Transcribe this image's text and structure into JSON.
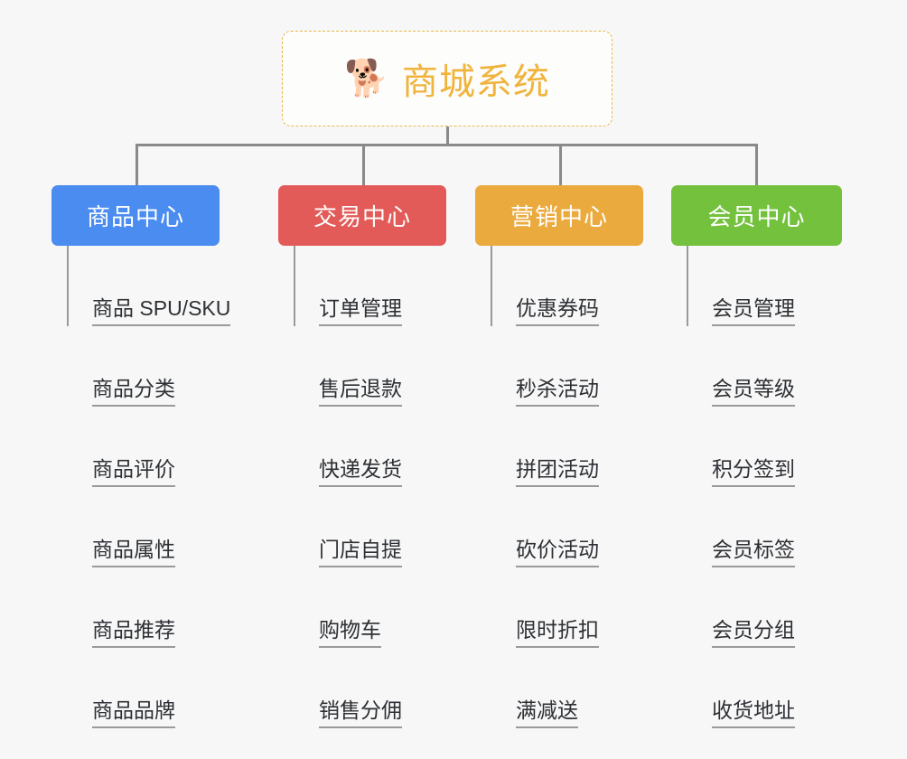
{
  "root": {
    "icon": "shiba-dog-face-icon",
    "icon_glyph": "🐕",
    "title": "商城系统",
    "title_color": "#f0b43c",
    "border_color": "#e8b84b"
  },
  "background_color": "#f7f7f7",
  "connector_color": "#8a8a8a",
  "leaf_text_color": "#2d3034",
  "columns": [
    {
      "title": "商品中心",
      "color": "#4a8cf0",
      "items": [
        "商品 SPU/SKU",
        "商品分类",
        "商品评价",
        "商品属性",
        "商品推荐",
        "商品品牌"
      ]
    },
    {
      "title": "交易中心",
      "color": "#e35b59",
      "items": [
        "订单管理",
        "售后退款",
        "快递发货",
        "门店自提",
        "购物车",
        "销售分佣"
      ]
    },
    {
      "title": "营销中心",
      "color": "#eaaa3e",
      "items": [
        "优惠券码",
        "秒杀活动",
        "拼团活动",
        "砍价活动",
        "限时折扣",
        "满减送"
      ]
    },
    {
      "title": "会员中心",
      "color": "#74c13e",
      "items": [
        "会员管理",
        "会员等级",
        "积分签到",
        "会员标签",
        "会员分组",
        "收货地址"
      ]
    }
  ]
}
